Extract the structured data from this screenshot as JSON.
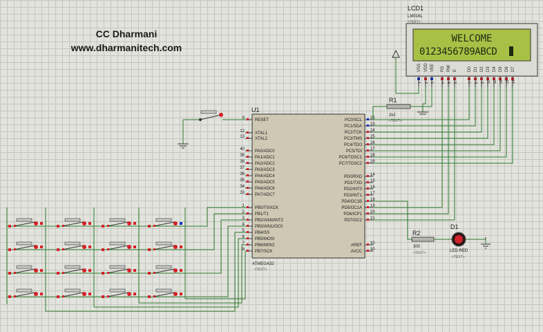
{
  "title": {
    "author": "CC Dharmani",
    "website": "www.dharmanitech.com"
  },
  "lcd": {
    "ref": "LCD1",
    "model": "LM016L",
    "text_tag": "<TEXT>",
    "line1": "WELCOME",
    "line2": "0123456789ABCD",
    "pins": [
      "VSS",
      "VDD",
      "VEE",
      "RS",
      "RW",
      "E",
      "D0",
      "D1",
      "D2",
      "D3",
      "D4",
      "D5",
      "D6",
      "D7"
    ],
    "pin_numbers": [
      "1",
      "2",
      "3",
      "4",
      "5",
      "6",
      "7",
      "8",
      "9",
      "10",
      "11",
      "12",
      "13",
      "14"
    ]
  },
  "mcu": {
    "ref": "U1",
    "part": "ATMEGA32",
    "text_tag": "<TEXT>",
    "left_pins": [
      {
        "num": "9",
        "name": "RESET"
      },
      {
        "num": "12",
        "name": "XTAL1"
      },
      {
        "num": "13",
        "name": "XTAL2"
      },
      {
        "num": "40",
        "name": "PA0/ADC0"
      },
      {
        "num": "39",
        "name": "PA1/ADC1"
      },
      {
        "num": "38",
        "name": "PA2/ADC2"
      },
      {
        "num": "37",
        "name": "PA3/ADC3"
      },
      {
        "num": "36",
        "name": "PA4/ADC4"
      },
      {
        "num": "35",
        "name": "PA5/ADC5"
      },
      {
        "num": "34",
        "name": "PA6/ADC6"
      },
      {
        "num": "33",
        "name": "PA7/ADC7"
      },
      {
        "num": "1",
        "name": "PB0/T0/XCK"
      },
      {
        "num": "2",
        "name": "PB1/T1"
      },
      {
        "num": "3",
        "name": "PB2/AIN0/INT2"
      },
      {
        "num": "4",
        "name": "PB3/AIN1/OC0"
      },
      {
        "num": "5",
        "name": "PB4/SS"
      },
      {
        "num": "6",
        "name": "PB5/MOSI"
      },
      {
        "num": "7",
        "name": "PB6/MISO"
      },
      {
        "num": "8",
        "name": "PB7/SCK"
      }
    ],
    "right_pins": [
      {
        "num": "22",
        "name": "PC0/SCL"
      },
      {
        "num": "23",
        "name": "PC1/SDA"
      },
      {
        "num": "24",
        "name": "PC2/TCK"
      },
      {
        "num": "25",
        "name": "PC3/TMS"
      },
      {
        "num": "26",
        "name": "PC4/TDO"
      },
      {
        "num": "27",
        "name": "PC5/TDI"
      },
      {
        "num": "28",
        "name": "PC6/TOSC1"
      },
      {
        "num": "29",
        "name": "PC7/TOSC2"
      },
      {
        "num": "14",
        "name": "PD0/RXD"
      },
      {
        "num": "15",
        "name": "PD1/TXD"
      },
      {
        "num": "16",
        "name": "PD2/INT0"
      },
      {
        "num": "17",
        "name": "PD3/INT1"
      },
      {
        "num": "18",
        "name": "PD4/OC1B"
      },
      {
        "num": "19",
        "name": "PD5/OC1A"
      },
      {
        "num": "20",
        "name": "PD6/ICP1"
      },
      {
        "num": "21",
        "name": "PD7/OC2"
      },
      {
        "num": "32",
        "name": "AREF"
      },
      {
        "num": "30",
        "name": "AVCC"
      }
    ]
  },
  "r1": {
    "ref": "R1",
    "value": "2k2",
    "text_tag": "<TEXT>"
  },
  "r2": {
    "ref": "R2",
    "value": "300",
    "text_tag": "<TEXT>"
  },
  "d1": {
    "ref": "D1",
    "part": "LED-RED",
    "text_tag": "<TEXT>"
  },
  "colors": {
    "wire": "#2f7a2f",
    "lcd_bg": "#a8c046",
    "pin_red": "#d4202a",
    "pin_blue": "#1830c8"
  },
  "keypad": {
    "rows": 4,
    "cols": 4
  }
}
